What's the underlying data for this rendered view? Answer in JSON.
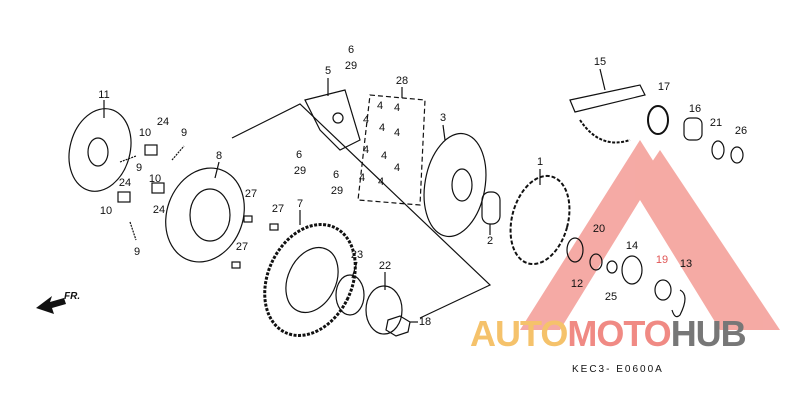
{
  "diagram": {
    "callouts": [
      "11",
      "10",
      "24",
      "9",
      "9",
      "8",
      "24",
      "10",
      "24",
      "10",
      "9",
      "27",
      "27",
      "27",
      "7",
      "5",
      "6",
      "29",
      "6",
      "29",
      "6",
      "29",
      "28",
      "4",
      "4",
      "4",
      "4",
      "4",
      "4",
      "4",
      "4",
      "4",
      "4",
      "3",
      "2",
      "1",
      "23",
      "22",
      "18",
      "15",
      "17",
      "16",
      "21",
      "26",
      "20",
      "12",
      "14",
      "25",
      "19",
      "13"
    ],
    "front_marker": "FR.",
    "drawing_code": "KEC3- E0600A"
  },
  "watermark": {
    "part1": "AUTO",
    "part2": "MOTO",
    "part3": "HUB",
    "colors": {
      "auto": "#f5c26b",
      "moto": "#f08a84",
      "hub": "#777777",
      "triangle": "#f4a19b"
    }
  }
}
